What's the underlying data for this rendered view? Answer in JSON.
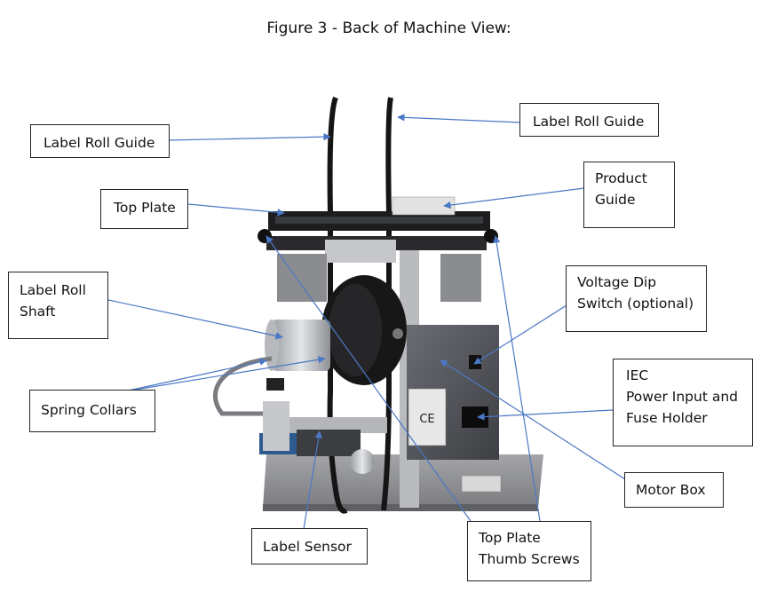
{
  "figure": {
    "title": "Figure 3 - Back of Machine View:"
  },
  "callouts": {
    "label_roll_guide_left": [
      "Label Roll Guide"
    ],
    "label_roll_guide_right": [
      "Label Roll Guide"
    ],
    "top_plate": [
      "Top Plate"
    ],
    "product_guide": [
      "Product",
      "Guide"
    ],
    "label_roll_shaft": [
      "Label Roll",
      "Shaft"
    ],
    "voltage_dip_switch": [
      "Voltage Dip",
      "Switch (optional)"
    ],
    "spring_collars": [
      "Spring Collars"
    ],
    "iec_power_input": [
      "IEC",
      "Power Input and",
      "Fuse Holder"
    ],
    "motor_box": [
      "Motor Box"
    ],
    "label_sensor": [
      "Label Sensor"
    ],
    "top_plate_thumb_screws": [
      "Top Plate",
      "Thumb Screws"
    ]
  },
  "colors": {
    "leader_line": "#4a78c4",
    "callout_border": "#222222",
    "base_plate": "#8f8f92",
    "motor_box": "#55575c",
    "machine_dark": "#1c1c1e",
    "aluminum": "#c9cbcf"
  }
}
